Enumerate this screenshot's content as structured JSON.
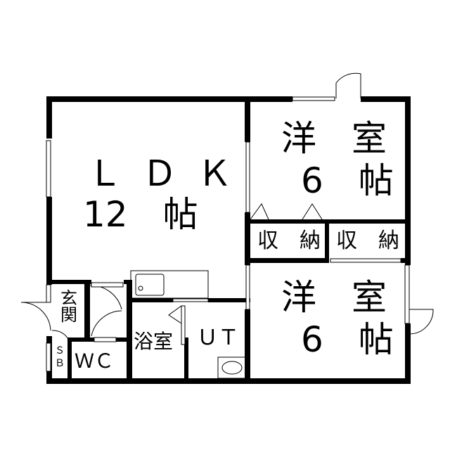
{
  "rooms": {
    "ldk": {
      "name": "ＬＤＫ",
      "size": "12　帖"
    },
    "bedroom1": {
      "name": "洋　室",
      "size": "6　帖"
    },
    "bedroom2": {
      "name": "洋　室",
      "size": "6　帖"
    },
    "storage1": "収　納",
    "storage2": "収　納",
    "entrance": "玄関",
    "bath": "浴室",
    "utility": "ＵＴ",
    "wc": "ＷＣ",
    "shoebox": "ＳＢ"
  },
  "colors": {
    "wall": "#000000",
    "background": "#ffffff"
  }
}
